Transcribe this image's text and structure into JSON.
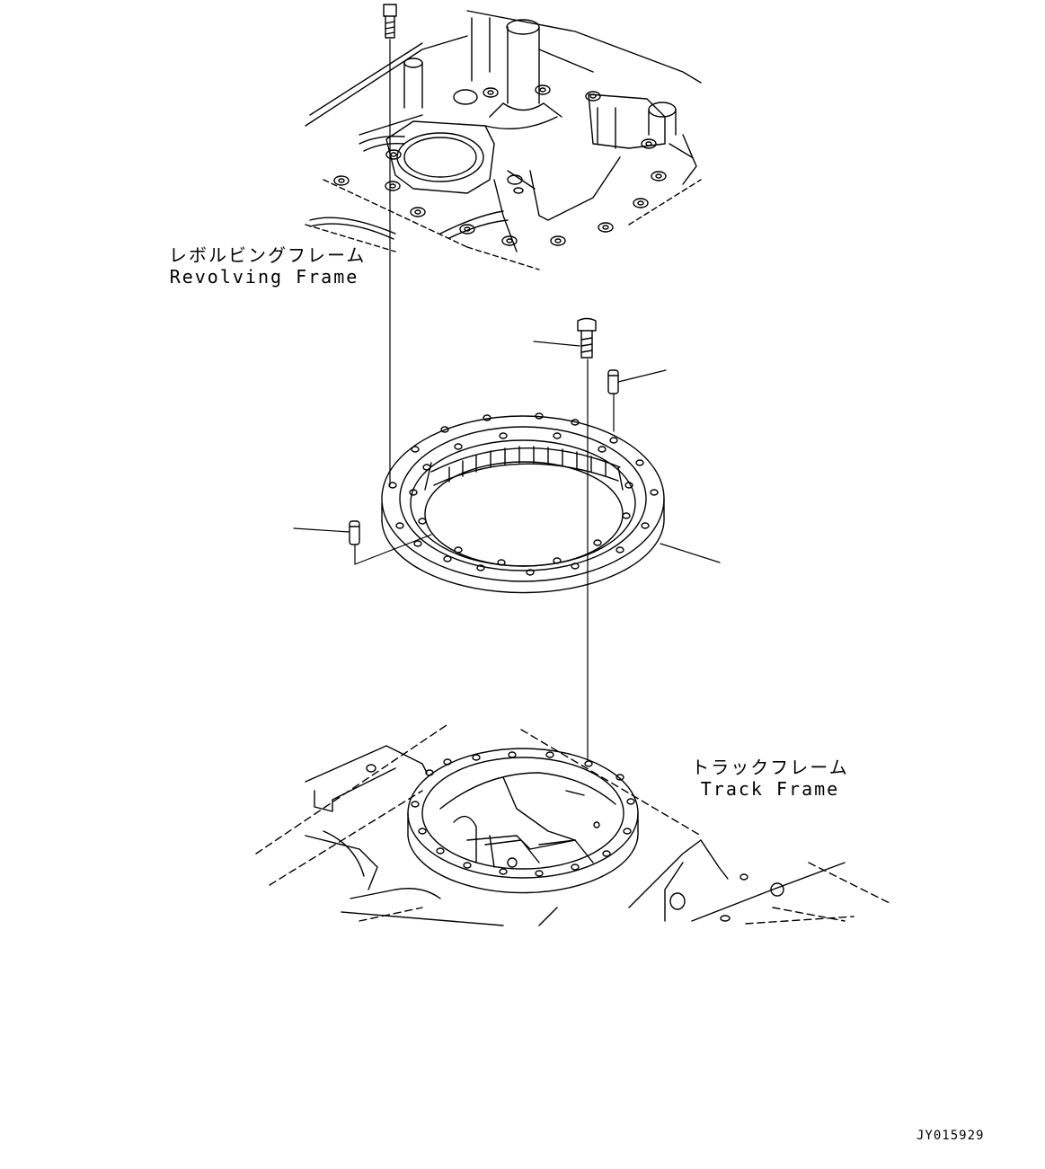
{
  "labels": {
    "revolving_frame_ja": "レボルビングフレーム",
    "revolving_frame_en": "Revolving Frame",
    "track_frame_ja": "トラックフレーム",
    "track_frame_en": "Track Frame"
  },
  "drawing_id": "JY015929"
}
